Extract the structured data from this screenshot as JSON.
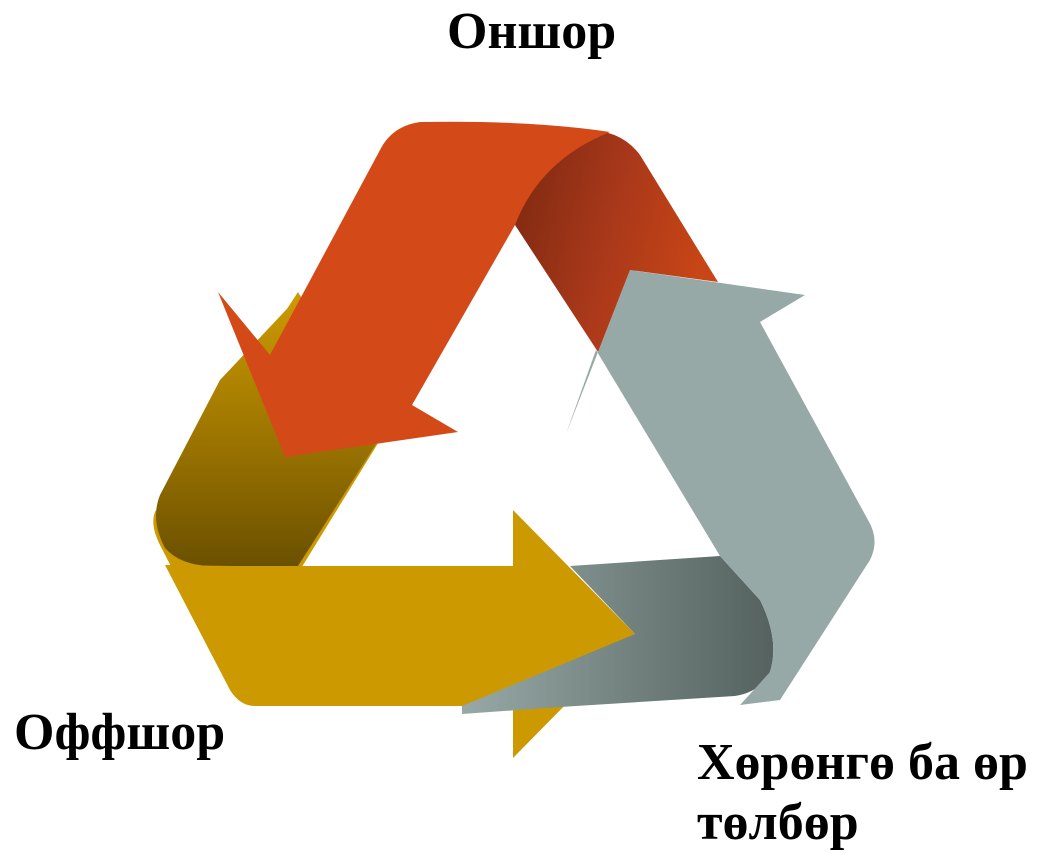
{
  "labels": {
    "onshore": "Оншор",
    "offshore": "Оффшор",
    "assets_and_payments": "Хөрөнгө ба өр төлбөр"
  },
  "colors": {
    "orange_arrow": "#D34A18",
    "orange_fold_dark": "#7A2810",
    "gold_arrow": "#CC9A00",
    "gold_fold_dark": "#6B5000",
    "gray_arrow": "#97A9A7",
    "gray_fold_dark": "#55625F",
    "text": "#000000",
    "background": "#FFFFFF"
  }
}
